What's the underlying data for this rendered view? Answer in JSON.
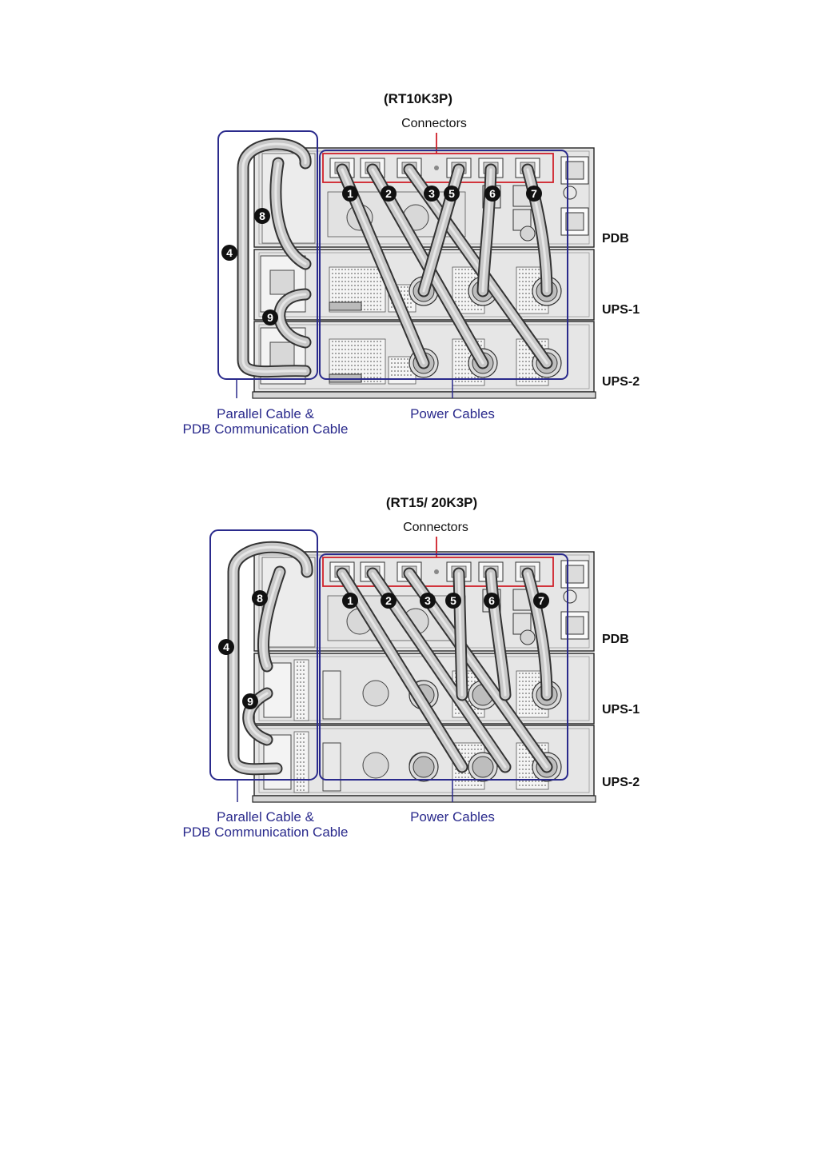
{
  "figures": [
    {
      "title": "(RT10K3P)",
      "connectors_label": "Connectors",
      "units": [
        "PDB",
        "UPS-1",
        "UPS-2"
      ],
      "callouts": [
        "1",
        "2",
        "3",
        "4",
        "5",
        "6",
        "7",
        "8",
        "9"
      ],
      "parallel_caption": [
        "Parallel Cable &",
        "PDB Communication Cable"
      ],
      "power_caption": "Power Cables"
    },
    {
      "title": "(RT15/ 20K3P)",
      "connectors_label": "Connectors",
      "units": [
        "PDB",
        "UPS-1",
        "UPS-2"
      ],
      "callouts": [
        "1",
        "2",
        "3",
        "4",
        "5",
        "6",
        "7",
        "8",
        "9"
      ],
      "parallel_caption": [
        "Parallel Cable &",
        "PDB Communication Cable"
      ],
      "power_caption": "Power Cables"
    }
  ],
  "colors": {
    "frame_blue": "#2a2a8c",
    "connector_red": "#d0202a",
    "cable_gray": "#c8c8c8",
    "chassis_gray": "#e6e6e6",
    "callout_black": "#111111"
  }
}
